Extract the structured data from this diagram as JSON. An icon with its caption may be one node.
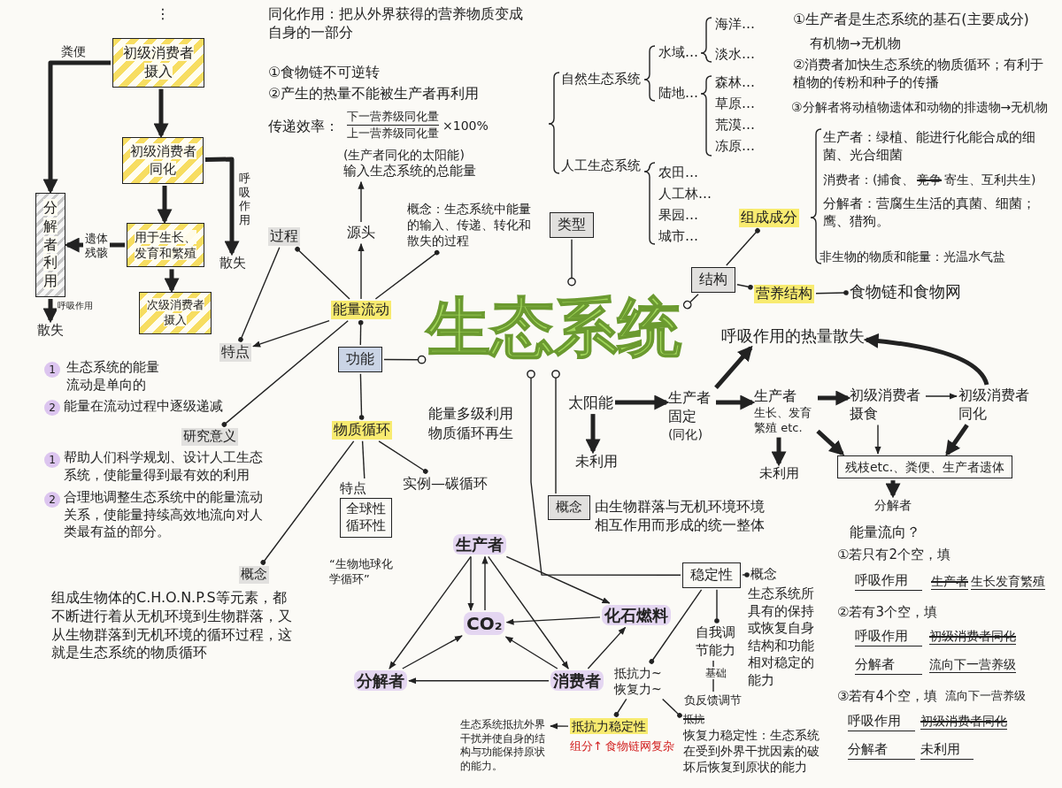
{
  "diagram": {
    "nodes": [
      {
        "text": [
          "生态系统"
        ]
      },
      {
        "text": [
          "初级消费者摄入"
        ]
      },
      {
        "text": [
          "初级消费者同化"
        ]
      },
      {
        "text": [
          "用于生长、发育和繁殖"
        ]
      },
      {
        "text": [
          "次级消费者摄入"
        ]
      },
      {
        "text": [
          "分解者利用"
        ]
      },
      {
        "text": [
          "散失"
        ]
      },
      {
        "text": [
          "散失"
        ]
      },
      {
        "text": [
          "功能"
        ]
      },
      {
        "text": [
          "能量流动"
        ]
      },
      {
        "text": [
          "过程"
        ]
      },
      {
        "text": [
          "源头"
        ]
      },
      {
        "text": [
          "(生产者同化的太阳能)",
          "输入生态系统的总能量"
        ]
      },
      {
        "text": [
          "概念：生态系统中能量的输入、传递、转化和散失的过程"
        ]
      },
      {
        "text": [
          "特点"
        ],
        "beside": [
          "1",
          "生态系统的能量流动是单向的",
          "2",
          "能量在流动过程中逐级递减"
        ]
      },
      {
        "text": [
          "研究意义"
        ],
        "beside": [
          "1",
          "帮助人们科学规划、设计人工生态系统，使能量得到最有效的利用",
          "2",
          "合理地调整生态系统中的能量流动关系，使能量持续高效地流向对人类最有益的部分。"
        ]
      },
      {
        "text": [
          "物质循环"
        ]
      },
      {
        "text": [
          "特点",
          "全球性",
          "循环性"
        ],
        "beside": [
          "“生物地球化学循环”"
        ]
      },
      {
        "text": [
          "实例—碳循环"
        ]
      },
      {
        "text": [
          "概念"
        ],
        "beside": [
          "组成生物体的C.H.O.N.P.S等元素，都不断进行着从无机环境到生物群落，又从生物群落到无机环境的循环过程，这就是生态系统的物质循环"
        ]
      },
      {
        "text": [
          "生产者"
        ]
      },
      {
        "text": [
          "CO₂"
        ]
      },
      {
        "text": [
          "化石燃料"
        ]
      },
      {
        "text": [
          "分解者"
        ]
      },
      {
        "text": [
          "消费者"
        ]
      },
      {
        "text": [
          "类型"
        ],
        "beside": [
          "自然生态系统",
          "水域…",
          "海洋…",
          "淡水…",
          "陆地…",
          "森林…",
          "草原…",
          "荒漠…",
          "冻原…",
          "人工生态系统",
          "农田…",
          "人工林…",
          "果园…",
          "城市…"
        ]
      },
      {
        "text": [
          "结构"
        ]
      },
      {
        "text": [
          "组成成分"
        ],
        "beside": [
          "生产者：绿植、能进行化能合成的细菌、光合细菌",
          "消费者：(捕食、",
          "竞争",
          "寄生、互利共生)",
          "分解者：营腐生生活的真菌、细菌；鹰、猎狗。",
          "非生物的物质和能量：光温水气盐"
        ]
      },
      {
        "text": [
          "营养结构"
        ]
      },
      {
        "text": [
          "食物链和食物网"
        ]
      },
      {
        "text": [
          "概念"
        ],
        "beside": [
          "由生物群落与无机环境环境相互作用而形成的统一整体"
        ]
      },
      {
        "text": [
          "太阳能"
        ]
      },
      {
        "text": [
          "未利用"
        ]
      },
      {
        "text": [
          "生产者固定",
          "(同化)"
        ]
      },
      {
        "text": [
          "生产者",
          "生长、发育繁殖 etc."
        ]
      },
      {
        "text": [
          "呼吸作用的热量散失"
        ]
      },
      {
        "text": [
          "未利用"
        ]
      },
      {
        "text": [
          "初级消费者摄食"
        ]
      },
      {
        "text": [
          "初级消费者同化"
        ]
      },
      {
        "text": [
          "残枝etc.、粪便、生产者遗体"
        ]
      },
      {
        "text": [
          "分解者"
        ]
      },
      {
        "text": [
          "稳定性"
        ]
      },
      {
        "text": [
          "概念"
        ],
        "beside": [
          "生态系统所具有的保持或恢复自身结构和功能相对稳定的能力"
        ]
      },
      {
        "text": [
          "自我调节能力"
        ]
      },
      {
        "text": [
          "负反馈调节"
        ]
      },
      {
        "text": [
          "抵抗力~",
          "恢复力~"
        ]
      },
      {
        "text": [
          "抵抗力稳定性"
        ],
        "beside": [
          "组分↑",
          "食物链网复杂"
        ]
      },
      {
        "text": [
          "生态系统抵抗外界干扰并使自身的结构与功能保持原状的能力。"
        ]
      },
      {
        "text": [
          "抵抗",
          "恢复力稳定性：生态系统在受到外界干扰因素的破坏后恢复到原状的能力"
        ]
      }
    ],
    "edges": [
      {
        "from": 1,
        "to": 2,
        "arrow": "to",
        "style": "thick"
      },
      {
        "from": 1,
        "to": 5,
        "arrow": "to",
        "style": "thick",
        "label": "粪便"
      },
      {
        "from": 2,
        "to": 3,
        "arrow": "to",
        "style": "thick"
      },
      {
        "from": 2,
        "to": 6,
        "arrow": "to",
        "style": "thick",
        "label": "呼吸作用"
      },
      {
        "from": 3,
        "to": 4,
        "arrow": "to",
        "style": "thick"
      },
      {
        "from": 3,
        "to": 5,
        "arrow": "to",
        "style": "thick",
        "label": "遗体残骸"
      },
      {
        "from": 5,
        "to": 7,
        "arrow": "to",
        "style": "thick",
        "label": "呼吸作用"
      },
      {
        "from": 8,
        "to": 0,
        "arrow": "other"
      },
      {
        "from": 8,
        "to": 9,
        "arrow": "other"
      },
      {
        "from": 9,
        "to": 10,
        "arrow": "other"
      },
      {
        "from": 9,
        "to": 11,
        "arrow": "to"
      },
      {
        "from": 11,
        "to": 12,
        "arrow": "to"
      },
      {
        "from": 9,
        "to": 13,
        "arrow": "other"
      },
      {
        "from": 9,
        "to": 14,
        "arrow": "to"
      },
      {
        "from": 9,
        "to": 15,
        "arrow": "other"
      },
      {
        "from": 8,
        "to": 16,
        "arrow": "other"
      },
      {
        "from": 16,
        "to": 17,
        "arrow": "none"
      },
      {
        "from": 16,
        "to": 18,
        "arrow": "other"
      },
      {
        "from": 16,
        "to": 19,
        "arrow": "other"
      },
      {
        "from": 20,
        "to": 21,
        "arrow": "to"
      },
      {
        "from": 21,
        "to": 20,
        "arrow": "to"
      },
      {
        "from": 20,
        "to": 23,
        "arrow": "to"
      },
      {
        "from": 20,
        "to": 24,
        "arrow": "to"
      },
      {
        "from": 20,
        "to": 22,
        "arrow": "to"
      },
      {
        "from": 23,
        "to": 21,
        "arrow": "to"
      },
      {
        "from": 22,
        "to": 21,
        "arrow": "to"
      },
      {
        "from": 24,
        "to": 21,
        "arrow": "to"
      },
      {
        "from": 24,
        "to": 22,
        "arrow": "to"
      },
      {
        "from": 24,
        "to": 23,
        "arrow": "to"
      },
      {
        "from": 25,
        "to": 0,
        "arrow": "other"
      },
      {
        "from": 26,
        "to": 0,
        "arrow": "other"
      },
      {
        "from": 26,
        "to": 27,
        "arrow": "other"
      },
      {
        "from": 26,
        "to": 28,
        "arrow": "other"
      },
      {
        "from": 28,
        "to": 29,
        "arrow": "other"
      },
      {
        "from": 30,
        "to": 0,
        "arrow": "other"
      },
      {
        "from": 31,
        "to": 32,
        "arrow": "to",
        "style": "thick"
      },
      {
        "from": 31,
        "to": 33,
        "arrow": "to",
        "style": "thick"
      },
      {
        "from": 33,
        "to": 35,
        "arrow": "to",
        "style": "thick"
      },
      {
        "from": 33,
        "to": 34,
        "arrow": "to",
        "style": "thick"
      },
      {
        "from": 34,
        "to": 36,
        "arrow": "to",
        "style": "thick"
      },
      {
        "from": 34,
        "to": 37,
        "arrow": "to",
        "style": "thick"
      },
      {
        "from": 34,
        "to": 39,
        "arrow": "to",
        "style": "thick"
      },
      {
        "from": 37,
        "to": 38,
        "arrow": "to"
      },
      {
        "from": 37,
        "to": 39,
        "arrow": "to"
      },
      {
        "from": 38,
        "to": 35,
        "arrow": "to",
        "style": "thick"
      },
      {
        "from": 38,
        "to": 39,
        "arrow": "to",
        "style": "thick"
      },
      {
        "from": 39,
        "to": 40,
        "arrow": "to",
        "style": "thick"
      },
      {
        "from": 41,
        "to": 0,
        "arrow": "other"
      },
      {
        "from": 41,
        "to": 42,
        "arrow": "other"
      },
      {
        "from": 41,
        "to": 43,
        "arrow": "other"
      },
      {
        "from": 43,
        "to": 44,
        "arrow": "none",
        "label": "基础"
      },
      {
        "from": 41,
        "to": 45,
        "arrow": "other"
      },
      {
        "from": 45,
        "to": 46,
        "arrow": "other"
      },
      {
        "from": 45,
        "to": 48,
        "arrow": "other"
      },
      {
        "from": 46,
        "to": 47,
        "arrow": "to"
      },
      {
        "from": 10,
        "to": 14,
        "arrow": "other"
      }
    ],
    "labels": [
      "⋮",
      "同化作用：把从外界获得的营养物质变成自身的一部分",
      "①食物链不可逆转",
      "②产生的热量不能被生产者再利用",
      "传递效率：",
      "下一营养级同化量",
      "上一营养级同化量",
      "×100%",
      "①生产者是生态系统的基石(主要成分)",
      "有机物→无机物",
      "②消费者加快生态系统的物质循环；有利于植物的传粉和种子的传播",
      "③分解者将动植物遗体和动物的排遗物→无机物",
      "能量多级利用",
      "物质循环再生",
      "能量流向？",
      "①若只有2个空，填",
      "呼吸作用",
      "生产者",
      "生长发育繁殖",
      "②若有3个空，填",
      "呼吸作用",
      "初级消费者同化",
      "分解者",
      "流向下一营养级",
      "③若有4个空，填",
      "流向下一营养级",
      "呼吸作用",
      "初级消费者同化",
      "分解者",
      "未利用"
    ]
  }
}
